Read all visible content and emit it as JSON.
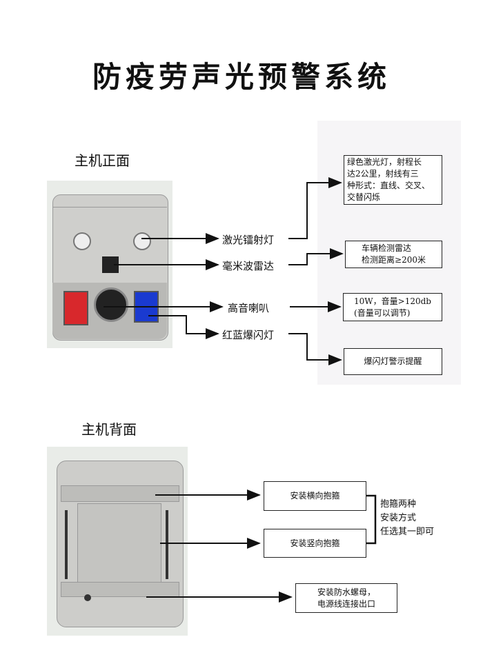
{
  "title": "防疫劳声光预警系统",
  "front": {
    "heading": "主机正面",
    "labels": [
      "激光镭射灯",
      "毫米波雷达",
      "高音喇叭",
      "红蓝爆闪灯"
    ],
    "boxes": [
      "绿色激光灯，射程长\n达2公里，射线有三\n种形式：直线、交叉、\n交替闪烁",
      "车辆检测雷达\n检测距离≥200米",
      "10W，音量>120db\n(音量可以调节)",
      "爆闪灯警示提醒"
    ]
  },
  "back": {
    "heading": "主机背面",
    "boxes": [
      "安装横向抱箍",
      "安装竖向抱箍",
      "安装防水螺母，\n电源线连接出口"
    ],
    "note": "抱箍两种\n安装方式\n任选其一即可"
  },
  "colors": {
    "red_light": "#d8282c",
    "blue_light": "#1a3ad0",
    "housing": "#c9c9c6"
  }
}
